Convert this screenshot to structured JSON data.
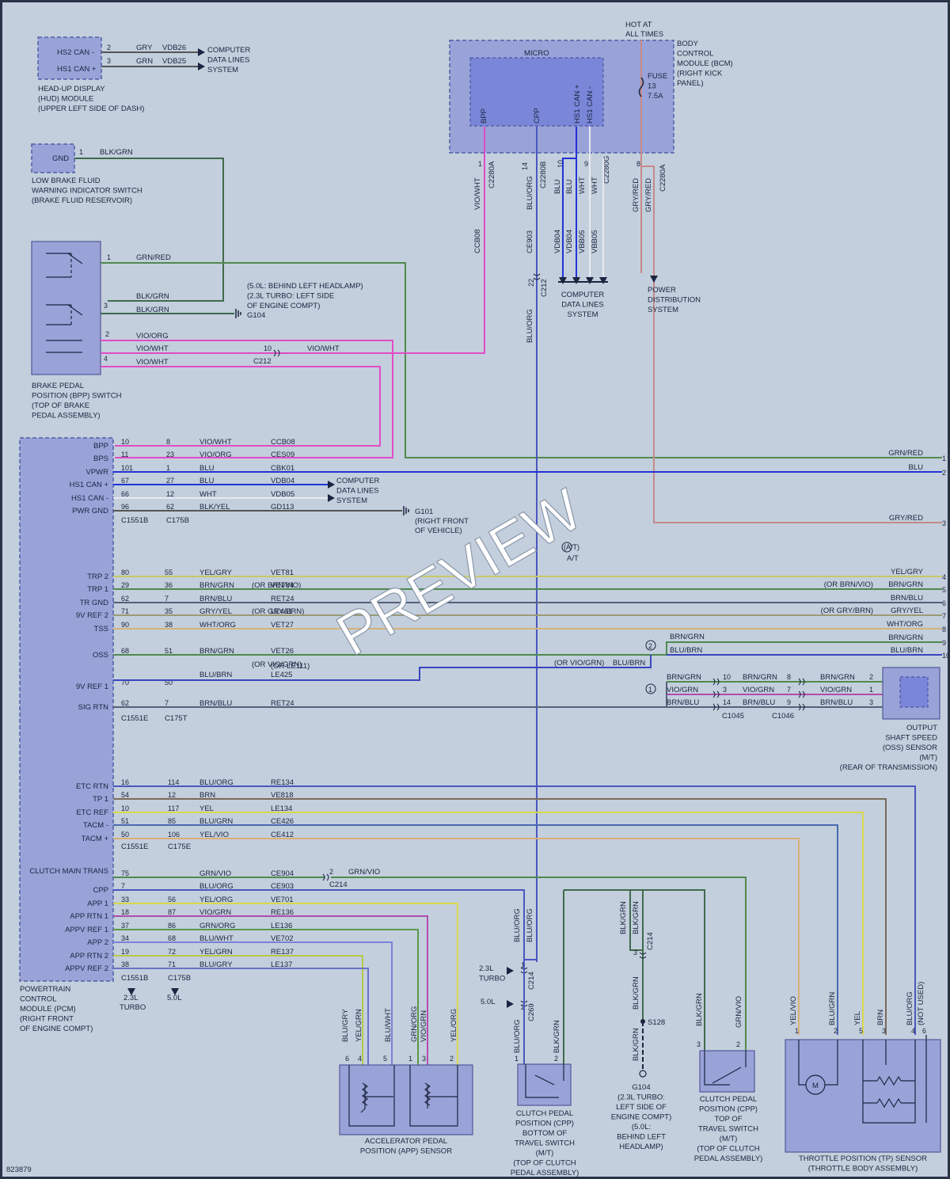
{
  "frame": {
    "border_color": "#2a3248",
    "background": "#c3cfdc",
    "figure_id": "823879",
    "watermark": "PREVIEW"
  },
  "colors": {
    "GRN_RED": "#4f8a4f",
    "BLK_GRN": "#3f6a4c",
    "VIO_ORG": "#e04cc6",
    "VIO_WHT": "#e04cc6",
    "BLU": "#2232d8",
    "WHT": "#e8e8f0",
    "BLK_YEL": "#555555",
    "BLU_ORG": "#4b56c0",
    "GRY_RED": "#c48a8a",
    "YEL_GRY": "#c8c86a",
    "BRN_GRN": "#4f8a4f",
    "BRN_BLU": "#55607a",
    "GRY_YEL": "#9a9a76",
    "WHT_ORG": "#d8b27a",
    "BLU_BRN": "#3a44c0",
    "VIO_GRN": "#b04cb0",
    "BRN": "#7a6a5a",
    "YEL": "#d8d84a",
    "BLU_GRN": "#4a6ab0",
    "YEL_VIO": "#d8b078",
    "GRN_VIO": "#4f8a4f",
    "YEL_ORG": "#d8d84a",
    "GRN_ORG": "#5a9a4a",
    "BLU_WHT": "#7a82d8",
    "YEL_GRN": "#b8c84a",
    "BLU_GRY": "#6a72c8",
    "BLK_GRN_2": "#3f6a4c"
  },
  "hud": {
    "pins": [
      "HS2 CAN -",
      "HS1 CAN +"
    ],
    "pin_numbers": [
      "2",
      "3"
    ],
    "wires": [
      "GRY",
      "GRN"
    ],
    "circuits": [
      "VDB26",
      "VDB25"
    ],
    "dest": [
      "COMPUTER",
      "DATA LINES",
      "SYSTEM"
    ],
    "caption": [
      "HEAD-UP DISPLAY",
      "(HUD) MODULE",
      "(UPPER LEFT SIDE OF DASH)"
    ]
  },
  "lbf": {
    "pin": "GND",
    "pin_number": "1",
    "wire": "BLK/GRN",
    "caption": [
      "LOW BRAKE FLUID",
      "WARNING INDICATOR SWITCH",
      "(BRAKE FLUID RESERVOIR)"
    ]
  },
  "bpp_switch": {
    "pins": [
      "1",
      "3",
      "2",
      "4"
    ],
    "wires": [
      "GRN/RED",
      "BLK/GRN",
      "BLK/GRN",
      "VIO/ORG",
      "VIO/WHT",
      "VIO/WHT",
      "VIO/WHT"
    ],
    "splice_pin": "10",
    "connector": "C212",
    "ground": "G104",
    "ground_note": [
      "(5.0L: BEHIND LEFT HEADLAMP)",
      "(2.3L TURBO: LEFT SIDE",
      "OF ENGINE COMPT)"
    ],
    "caption": [
      "BRAKE PEDAL",
      "POSITION (BPP) SWITCH",
      "(TOP OF BRAKE",
      "PEDAL ASSEMBLY)"
    ]
  },
  "bcm": {
    "hot": [
      "HOT AT",
      "ALL TIMES"
    ],
    "micro": "MICRO",
    "internal_pins": [
      "BPP",
      "CPP",
      "HS1 CAN +",
      "HS1 CAN -"
    ],
    "fuse": [
      "FUSE",
      "13",
      "7.5A"
    ],
    "caption": [
      "BODY",
      "CONTROL",
      "MODULE (BCM)",
      "(RIGHT KICK",
      "PANEL)"
    ],
    "pin_numbers": [
      "1",
      "14",
      "10",
      "9",
      "8"
    ],
    "connectors": [
      "C2280A",
      "C2280B",
      "C2280G",
      "C2280A"
    ],
    "wires": [
      "VIO/WHT",
      "BLU/ORG",
      "BLU",
      "BLU",
      "WHT",
      "WHT",
      "GRY/RED",
      "GRY/RED"
    ],
    "circuits": [
      "CCB08",
      "CE903",
      "VDB04",
      "VDB04",
      "VBB05",
      "VBB05"
    ],
    "c212_pin": "22",
    "c212": "C212",
    "blu_org": "BLU/ORG",
    "dest1": [
      "COMPUTER",
      "DATA LINES",
      "SYSTEM"
    ],
    "dest2": [
      "POWER",
      "DISTRIBUTION",
      "SYSTEM"
    ]
  },
  "pcm": {
    "caption": [
      "POWERTRAIN",
      "CONTROL",
      "MODULE (PCM)",
      "(RIGHT FRONT",
      "OF ENGINE COMPT)"
    ],
    "g101": [
      "G101",
      "(RIGHT FRONT",
      "OF VEHICLE)"
    ],
    "computer": [
      "COMPUTER",
      "DATA LINES",
      "SYSTEM"
    ],
    "group1": [
      {
        "name": "BPP",
        "p1": "10",
        "p2": "8",
        "wire": "VIO/WHT",
        "circuit": "CCB08"
      },
      {
        "name": "BPS",
        "p1": "11",
        "p2": "23",
        "wire": "VIO/ORG",
        "circuit": "CES09"
      },
      {
        "name": "VPWR",
        "p1": "101",
        "p2": "1",
        "wire": "BLU",
        "circuit": "CBK01"
      },
      {
        "name": "HS1 CAN +",
        "p1": "67",
        "p2": "27",
        "wire": "BLU",
        "circuit": "VDB04"
      },
      {
        "name": "HS1 CAN -",
        "p1": "66",
        "p2": "12",
        "wire": "WHT",
        "circuit": "VDB05"
      },
      {
        "name": "PWR GND",
        "p1": "96",
        "p2": "62",
        "wire": "BLK/YEL",
        "circuit": "GD113"
      }
    ],
    "group1_conn": [
      "C1551B",
      "C175B"
    ],
    "group2": [
      {
        "name": "TRP 2",
        "p1": "80",
        "p2": "55",
        "wire": "YEL/GRY",
        "alt": "",
        "circuit": "VET81"
      },
      {
        "name": "TRP 1",
        "p1": "29",
        "p2": "36",
        "wire": "BRN/GRN",
        "alt": "(OR BRN/VIO)",
        "circuit": "VET84"
      },
      {
        "name": "TR GND",
        "p1": "62",
        "p2": "7",
        "wire": "BRN/BLU",
        "alt": "",
        "circuit": "RET24"
      },
      {
        "name": "9V REF 2",
        "p1": "71",
        "p2": "35",
        "wire": "GRY/YEL",
        "alt": "(OR GRY/BRN)",
        "circuit": "LE461"
      },
      {
        "name": "TSS",
        "p1": "90",
        "p2": "38",
        "wire": "WHT/ORG",
        "alt": "",
        "circuit": "VET27"
      },
      {
        "name": "OSS",
        "p1": "68",
        "p2": "51",
        "wire": "BRN/GRN",
        "alt": "",
        "circuit": "VET26"
      },
      {
        "name": "9V REF 1",
        "p1": "70",
        "p2": "50",
        "wire": "BLU/BRN",
        "alt": "(OR VIO/GRN)",
        "circuit": "LE425"
      },
      {
        "name": "SIG RTN",
        "p1": "62",
        "p2": "7",
        "wire": "BRN/BLU",
        "alt": "",
        "circuit": "RET24"
      }
    ],
    "le111": "(OR LE111)",
    "group2_conn": [
      "C1551E",
      "C175T"
    ],
    "group3": [
      {
        "name": "ETC RTN",
        "p1": "16",
        "p2": "114",
        "wire": "BLU/ORG",
        "circuit": "RE134"
      },
      {
        "name": "TP 1",
        "p1": "54",
        "p2": "12",
        "wire": "BRN",
        "circuit": "VE818"
      },
      {
        "name": "ETC REF",
        "p1": "10",
        "p2": "117",
        "wire": "YEL",
        "circuit": "LE134"
      },
      {
        "name": "TACM -",
        "p1": "51",
        "p2": "85",
        "wire": "BLU/GRN",
        "circuit": "CE426"
      },
      {
        "name": "TACM +",
        "p1": "50",
        "p2": "106",
        "wire": "YEL/VIO",
        "circuit": "CE412"
      }
    ],
    "group3_conn": [
      "C1551E",
      "C175E"
    ],
    "group4": [
      {
        "name": "CLUTCH MAIN TRANS",
        "p1": "75",
        "p2": "",
        "wire": "GRN/VIO",
        "circuit": "CE904"
      },
      {
        "name": "CPP",
        "p1": "7",
        "p2": "",
        "wire": "BLU/ORG",
        "circuit": "CE903"
      },
      {
        "name": "APP 1",
        "p1": "33",
        "p2": "56",
        "wire": "YEL/ORG",
        "circuit": "VE701"
      },
      {
        "name": "APP RTN 1",
        "p1": "18",
        "p2": "87",
        "wire": "VIO/GRN",
        "circuit": "RE136"
      },
      {
        "name": "APPV REF 1",
        "p1": "37",
        "p2": "86",
        "wire": "GRN/ORG",
        "circuit": "LE136"
      },
      {
        "name": "APP 2",
        "p1": "34",
        "p2": "68",
        "wire": "BLU/WHT",
        "circuit": "VE702"
      },
      {
        "name": "APP RTN 2",
        "p1": "19",
        "p2": "72",
        "wire": "YEL/GRN",
        "circuit": "RE137"
      },
      {
        "name": "APPV REF 2",
        "p1": "38",
        "p2": "71",
        "wire": "BLU/GRY",
        "circuit": "LE137"
      }
    ],
    "group4_conn": [
      "C1551B",
      "C175B"
    ],
    "conn_notes": [
      "2.3L",
      "TURBO",
      "5.0L"
    ],
    "c214_pin": "2",
    "c214_wire": "GRN/VIO",
    "c214": "C214"
  },
  "right_col": {
    "rows": [
      {
        "num": "1",
        "wire": "GRN/RED",
        "alt": ""
      },
      {
        "num": "2",
        "wire": "BLU",
        "alt": ""
      },
      {
        "num": "3",
        "wire": "GRY/RED",
        "alt": ""
      },
      {
        "num": "4",
        "wire": "YEL/GRY",
        "alt": ""
      },
      {
        "num": "5",
        "wire": "BRN/GRN",
        "alt": "(OR BRN/VIO)"
      },
      {
        "num": "6",
        "wire": "BRN/BLU",
        "alt": ""
      },
      {
        "num": "7",
        "wire": "GRY/YEL",
        "alt": "(OR GRY/BRN)"
      },
      {
        "num": "8",
        "wire": "WHT/ORG",
        "alt": ""
      },
      {
        "num": "9",
        "wire": "BRN/GRN",
        "alt": ""
      },
      {
        "num": "10",
        "wire": "BLU/BRN",
        "alt": ""
      }
    ]
  },
  "at_note": [
    "(A/T)",
    "A/T"
  ],
  "oss": {
    "v2": "2",
    "v1": "1",
    "v2_wires": [
      "BRN/GRN",
      "BLU/BRN"
    ],
    "alt_line": "(OR VIO/GRN)",
    "alt_line2": "BLU/BRN",
    "rows": [
      {
        "w1": "BRN/GRN",
        "p1": "10",
        "w2": "BRN/GRN",
        "p2": "8",
        "w3": "BRN/GRN",
        "p3": "2"
      },
      {
        "w1": "VIO/GRN",
        "p1": "3",
        "w2": "VIO/GRN",
        "p2": "7",
        "w3": "VIO/GRN",
        "p3": "1"
      },
      {
        "w1": "BRN/BLU",
        "p1": "14",
        "w2": "BRN/BLU",
        "p2": "9",
        "w3": "BRN/BLU",
        "p3": "3"
      }
    ],
    "connectors": [
      "C1045",
      "C1046"
    ],
    "caption": [
      "OUTPUT",
      "SHAFT SPEED",
      "(OSS) SENSOR",
      "(M/T)",
      "(REAR OF TRANSMISSION)"
    ]
  },
  "app": {
    "wires": [
      "BLU/GRY",
      "YEL/GRN",
      "BLU/WHT",
      "GRN/ORG",
      "VIO/GRN",
      "YEL/ORG"
    ],
    "pins": [
      "6",
      "4",
      "5",
      "1",
      "3",
      "2"
    ],
    "caption": [
      "ACCELERATOR PEDAL",
      "POSITION (APP) SENSOR"
    ]
  },
  "cpp_bottom": {
    "top_wires": [
      "BLU/ORG",
      "BLU/ORG"
    ],
    "turbo": [
      "2.3L",
      "TURBO"
    ],
    "l50": "5.0L",
    "c214_pin": "1",
    "c214": "C214",
    "c269_pin": "2",
    "c269": "C269",
    "bottom_wires": [
      "BLU/ORG",
      "BLK/GRN"
    ],
    "pins": [
      "1",
      "2"
    ],
    "caption": [
      "CLUTCH PEDAL",
      "POSITION (CPP)",
      "BOTTOM OF",
      "TRAVEL SWITCH",
      "(M/T)",
      "(TOP OF CLUTCH",
      "PEDAL ASSEMBLY)"
    ]
  },
  "g104": {
    "wires": [
      "BLK/GRN",
      "BLK/GRN",
      "BLK/GRN",
      "BLK/GRN"
    ],
    "c214_pin": "3",
    "c214": "C214",
    "s128": "S128",
    "caption": [
      "G104",
      "(2.3L TURBO:",
      "LEFT SIDE OF",
      "ENGINE COMPT)",
      "(5.0L:",
      "BEHIND LEFT",
      "HEADLAMP)"
    ]
  },
  "cpp_top": {
    "wires": [
      "BLK/GRN",
      "GRN/VIO"
    ],
    "pins": [
      "3",
      "2"
    ],
    "caption": [
      "CLUTCH PEDAL",
      "POSITION (CPP)",
      "TOP OF",
      "TRAVEL SWITCH",
      "(M/T)",
      "(TOP OF CLUTCH",
      "PEDAL ASSEMBLY)"
    ]
  },
  "tp": {
    "wires": [
      "YEL/VIO",
      "BLU/GRN",
      "YEL",
      "BRN",
      "BLU/ORG",
      "(NOT USED)"
    ],
    "pins": [
      "1",
      "2",
      "5",
      "3",
      "4",
      "6"
    ],
    "motor": "M",
    "caption": [
      "THROTTLE POSITION (TP) SENSOR",
      "(THROTTLE BODY ASSEMBLY)"
    ]
  }
}
